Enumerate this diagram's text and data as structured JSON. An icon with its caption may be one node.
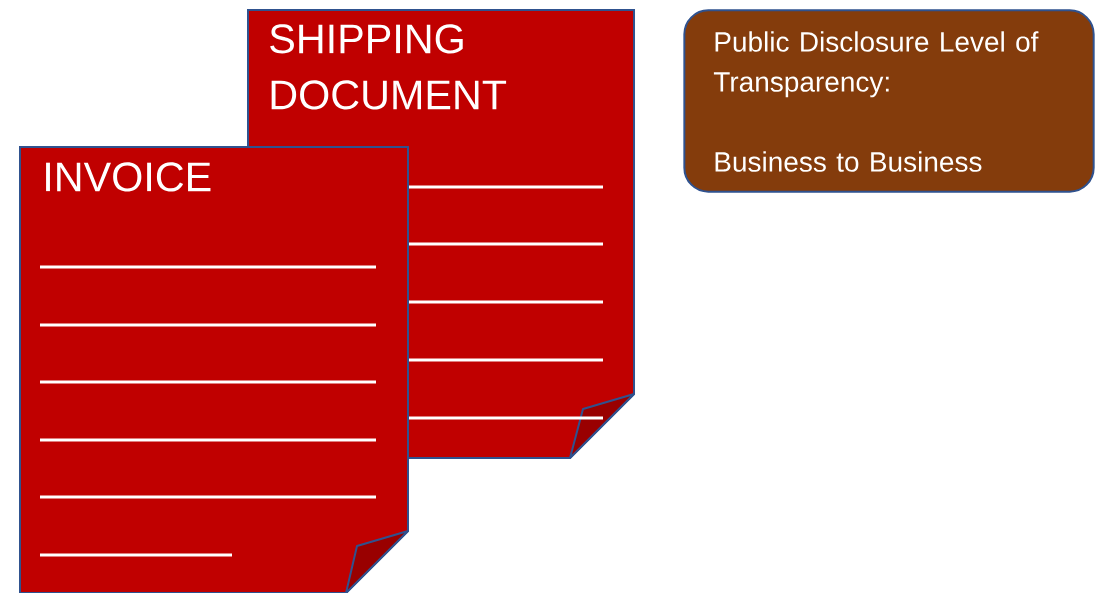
{
  "diagram": {
    "nodes": [
      {
        "text": [
          "SHIPPING DOCUMENT"
        ]
      },
      {
        "text": [
          "INVOICE"
        ]
      },
      {
        "text": [
          "Public Disclosure Level of Transparency:",
          "Business to Business"
        ]
      }
    ]
  }
}
